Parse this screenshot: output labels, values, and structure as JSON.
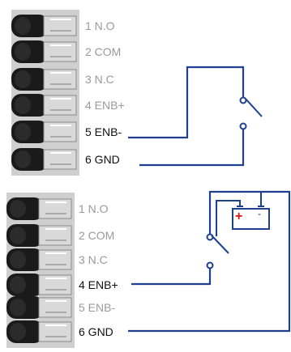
{
  "diagrams": [
    {
      "terminals": [
        {
          "label": "1 N.O",
          "active": false
        },
        {
          "label": "2 COM",
          "active": false
        },
        {
          "label": "3 N.C",
          "active": false
        },
        {
          "label": "4 ENB+",
          "active": false
        },
        {
          "label": "5 ENB-",
          "active": true
        },
        {
          "label": "6 GND",
          "active": true
        }
      ],
      "components": [
        "switch"
      ]
    },
    {
      "terminals": [
        {
          "label": "1 N.O",
          "active": false
        },
        {
          "label": "2 COM",
          "active": false
        },
        {
          "label": "3 N.C",
          "active": false
        },
        {
          "label": "4 ENB+",
          "active": true
        },
        {
          "label": "5 ENB-",
          "active": false
        },
        {
          "label": "6 GND",
          "active": true
        }
      ],
      "components": [
        "switch",
        "battery"
      ],
      "battery": {
        "plus_label": "+",
        "minus_label": "-"
      }
    }
  ],
  "colors": {
    "wire": "#1f3f8f",
    "battery_plus": "#e01010",
    "terminal_block": "#1a1a1a",
    "terminal_metal": "#d9d9d9",
    "active_label": "#111111",
    "inactive_label": "#9a9a9a"
  }
}
